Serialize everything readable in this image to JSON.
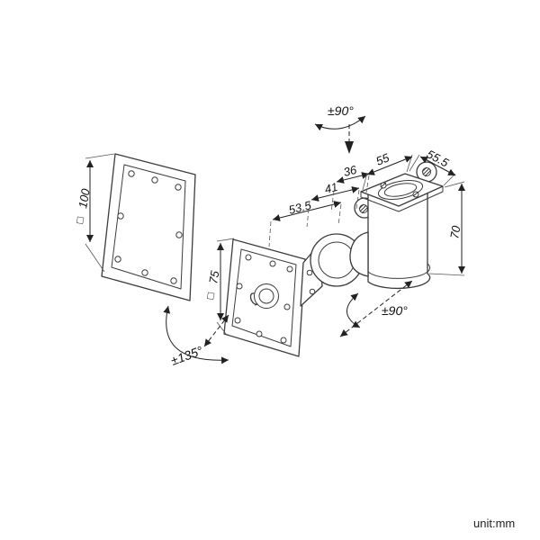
{
  "annotations": {
    "plate_large": {
      "size": "100",
      "square_symbol": "□"
    },
    "plate_small": {
      "size": "75",
      "square_symbol": "□"
    },
    "depth_dims": {
      "outer": "53.5",
      "middle": "41",
      "inner": "36"
    },
    "flange_dims": {
      "width": "55",
      "depth": "55.5"
    },
    "bracket_height": "70",
    "rotations": {
      "top_swivel": "±90°",
      "axis_swivel": "±90°",
      "tilt": "±135°"
    }
  },
  "footer": {
    "unit_label": "unit:mm"
  }
}
